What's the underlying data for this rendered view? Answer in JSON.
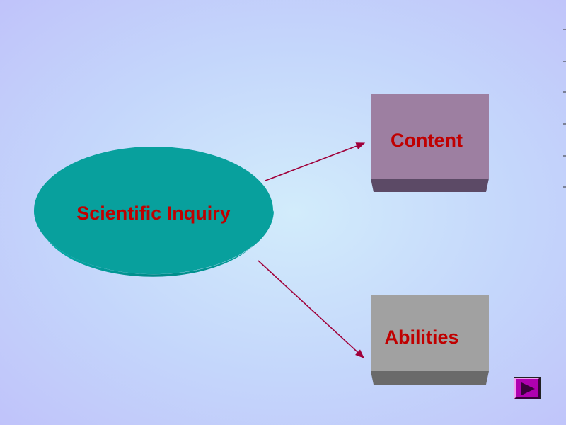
{
  "diagram": {
    "center_node": {
      "label": "Scientific Inquiry"
    },
    "nodes": [
      {
        "label": "Content"
      },
      {
        "label": "Abilities"
      }
    ]
  },
  "colors": {
    "ellipse_top": "#08a09d",
    "ellipse_side": "#018e8c",
    "content_face": "#9d7fa1",
    "content_base": "#5c4a66",
    "abilities_face": "#a1a1a1",
    "abilities_base": "#6a6a6a",
    "label_red": "#c00000",
    "arrow": "#a0003a",
    "nav_button": "#b000b0"
  },
  "navigation": {
    "next_icon": "play-triangle-icon"
  }
}
